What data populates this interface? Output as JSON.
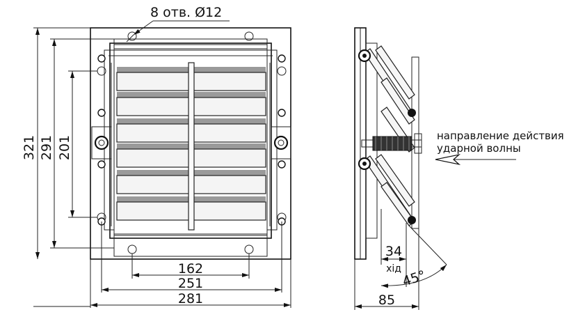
{
  "front_view": {
    "holes_label": "8 отв. Ø12",
    "dim_height_outer": "321",
    "dim_height_mid": "291",
    "dim_height_inner": "201",
    "dim_width_holes": "162",
    "dim_width_mid": "251",
    "dim_width_outer": "281"
  },
  "side_view": {
    "direction_label_line1": "направление действия",
    "direction_label_line2": "ударной волны",
    "dim_stroke": "34",
    "stroke_label": "хід",
    "angle_label": "45°",
    "dim_depth": "85"
  }
}
